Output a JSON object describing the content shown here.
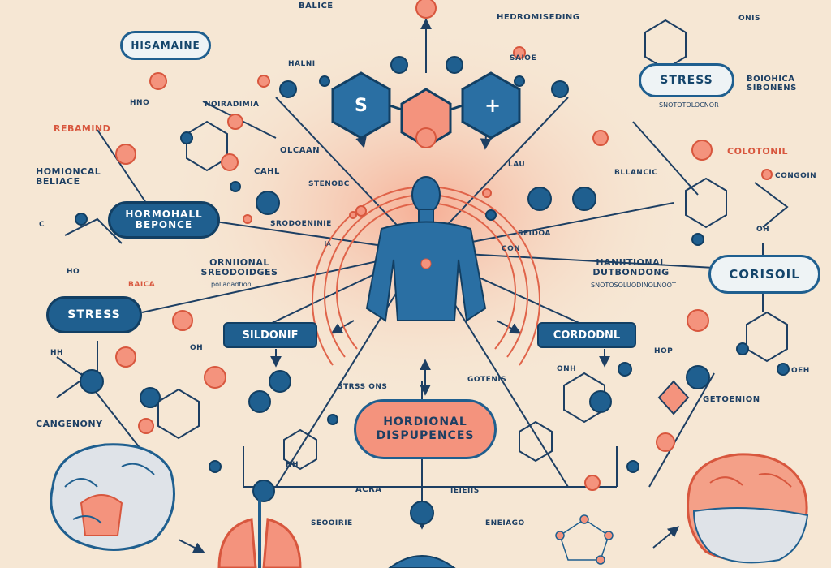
{
  "top": {
    "balance_label": "BALICE",
    "header_label": "HEDROMISEDING"
  },
  "nodes": {
    "histamine": "HISAMAINE",
    "hormonal_response": "HORMOHALL BEPONCE",
    "stress_left": "STRESS",
    "stress_right": "STRESS",
    "cortisol": "CORISOIL",
    "center": "HORDIONAL DISPUPENCES",
    "left_box": "SILDONIF",
    "right_box": "CORDODNL",
    "hex_s": "S",
    "hex_plus": "+"
  },
  "labels": {
    "rebamind": "REBAMIND",
    "hormonal_balance": "HOMIONCAL BELIACE",
    "bilogical": "BOIOHICA SIBONENS",
    "colotonil": "COLOTONIL",
    "congoin": "CONGOIN",
    "ornional": "ORNIIONAL SREODOIDGES",
    "hamitional": "HANIITIONAL DUTBONDONG",
    "stress_ons": "STRSS ONS",
    "gotenis": "GOTENIS",
    "cangenony": "CANGENONY",
    "getoenion": "GETOENION",
    "acra": "ACRA",
    "seiline": "SEOOIRIE",
    "eiemiis": "IEIEIIS",
    "eneiago": "ENEIAGO",
    "olcaan": "OLCAAN",
    "cahl": "CAHL",
    "sedoa": "SEIDOA",
    "blancic": "BLLANCIC",
    "saioe": "SAIOE",
    "hallni": "HALNI",
    "noiramina": "NOIRADIMIA",
    "baica": "BAICA",
    "hno": "HNO",
    "lau": "LAU",
    "srodoeninie": "SRODOENINIE",
    "ho": "HO",
    "onis": "ONIS",
    "con": "CON",
    "hop": "HOP",
    "oeh": "OEH",
    "oh_right": "OH",
    "oh_left": "OH",
    "hh": "HH",
    "onh": "ONH",
    "hh_lower": "HH",
    "c_left": "C",
    "stenobc": "STENOBC"
  },
  "subs": {
    "ornional": "polladadtion",
    "hamitional": "SNOTOSOLUODINOLNOOT",
    "stress_right": "SNOTOTOLOCNOR",
    "lau": "IA"
  },
  "colors": {
    "background": "#f6e7d4",
    "blue": "#1f5f8f",
    "salmon": "#f4937d",
    "red": "#d8573e",
    "ink": "#1d3f63"
  }
}
